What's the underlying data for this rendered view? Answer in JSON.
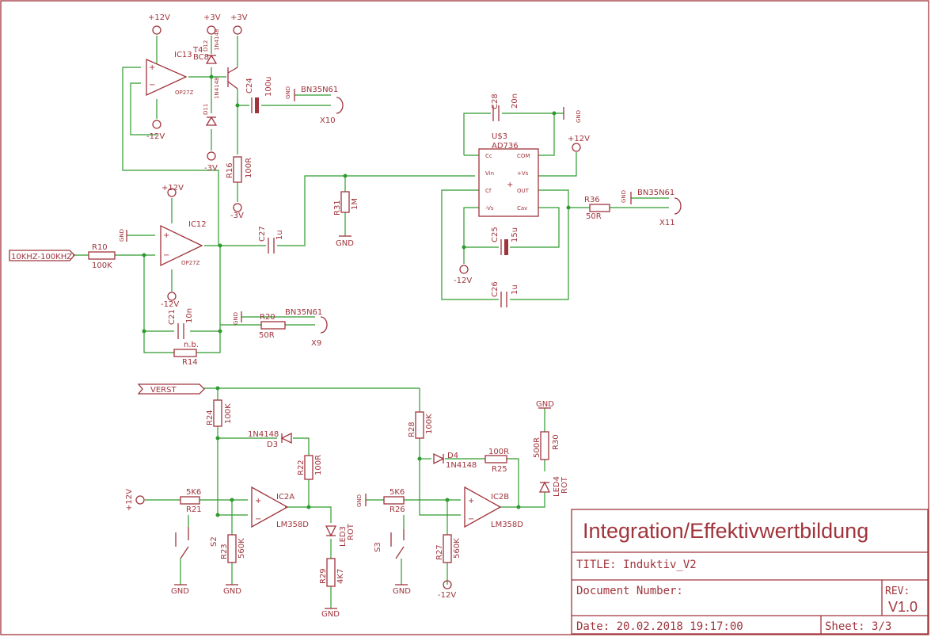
{
  "colors": {
    "component": "#a0343c",
    "wire": "#2e9b2e"
  },
  "title_block": {
    "sheet_title": "Integration/Effektivwertbildung",
    "title": "TITLE:  Induktiv_V2",
    "doc_number": "Document Number:",
    "rev_label": "REV:",
    "rev_value": "V1.0",
    "date": "Date: 20.02.2018 19:17:00",
    "sheet": "Sheet: 3/3"
  },
  "nets": {
    "p12": "+12V",
    "p3": "+3V",
    "m3": "-3V",
    "m12": "-12V",
    "gnd": "GND",
    "input_label": "10KHZ-100KHZ",
    "verst_label": "VERST"
  },
  "parts": {
    "ic13": "IC13",
    "ic13_val": "OP27Z",
    "ic12": "IC12",
    "ic12_val": "OP27Z",
    "ic2a": "IC2A",
    "ic2a_val": "LM358D",
    "ic2b": "IC2B",
    "ic2b_val": "LM358D",
    "u3": "U$3",
    "u3_val": "AD736",
    "t4": "T4",
    "t4_val": "BC8",
    "d12": "D12",
    "d12_val": "1N4148",
    "d11": "D11",
    "d11_val": "1N4148",
    "d3": "D3",
    "d3_val": "1N4148",
    "d4": "D4",
    "d4_val": "1N4148",
    "c24": "C24",
    "c24_val": "100u",
    "c27": "C27",
    "c27_val": "1u",
    "c21": "C21",
    "c21_val": "10n",
    "c28": "C28",
    "c28_val": "20n",
    "c25": "C25",
    "c25_val": "15u",
    "c26": "C26",
    "c26_val": "1u",
    "r10": "R10",
    "r10_val": "100K",
    "r14": "R14",
    "r14_val": "n.b.",
    "r16": "R16",
    "r16_val": "100R",
    "r20": "R20",
    "r20_val": "50R",
    "r31": "R31",
    "r31_val": "1M",
    "r36": "R36",
    "r36_val": "50R",
    "r24": "R24",
    "r24_val": "100K",
    "r22": "R22",
    "r22_val": "100R",
    "r21": "R21",
    "r21_val": "5K6",
    "r23": "R23",
    "r23_val": "560K",
    "r29": "R29",
    "r29_val": "4K7",
    "r28": "R28",
    "r28_val": "100K",
    "r25": "R25",
    "r25_val": "100R",
    "r26": "R26",
    "r26_val": "5K6",
    "r27": "R27",
    "r27_val": "560K",
    "r30": "R30",
    "r30_val": "500R",
    "led3": "LED3",
    "led3_val": "ROT",
    "led4": "LED4",
    "led4_val": "ROT",
    "s2": "S2",
    "s3": "S3",
    "x9": "X9",
    "x10": "X10",
    "x11": "X11",
    "bnc": "BN35N61"
  },
  "ad736_pins": {
    "cc": "Cc",
    "vin": "Vin",
    "cf": "Cf",
    "mvs": "-Vs",
    "com": "COM",
    "pvs": "+Vs",
    "out": "OUT",
    "cav": "Cav"
  }
}
